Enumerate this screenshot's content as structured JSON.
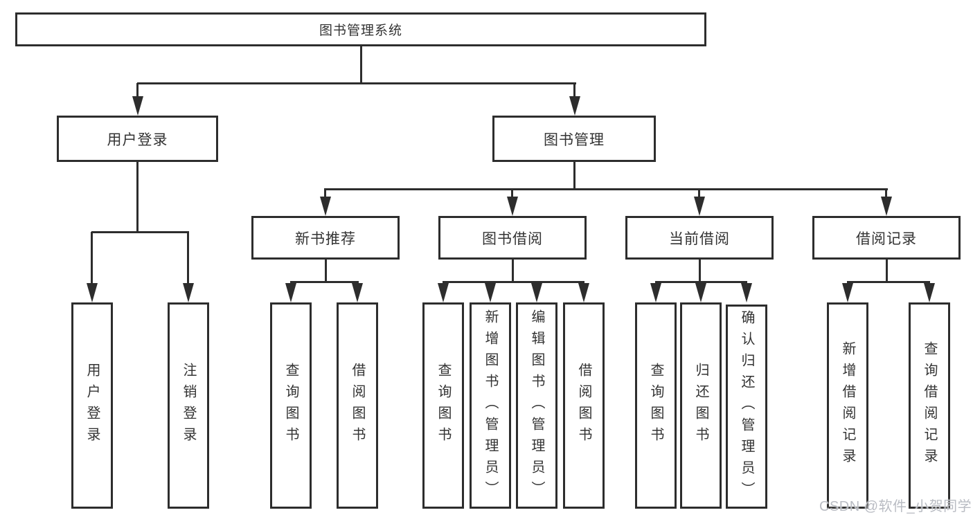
{
  "diagram": {
    "colors": {
      "line": "#2d2d2d",
      "box_background": "#ffffff",
      "text": "#333333",
      "watermark": "#b9bcc3"
    },
    "watermark": "CSDN @软件_小贺同学",
    "root": {
      "label": "图书管理系统"
    },
    "branches": [
      {
        "label": "用户登录",
        "children": [
          {
            "label": "用户登录"
          },
          {
            "label": "注销登录"
          }
        ]
      },
      {
        "label": "图书管理",
        "children": [
          {
            "label": "新书推荐",
            "children": [
              {
                "label": "查询图书"
              },
              {
                "label": "借阅图书"
              }
            ]
          },
          {
            "label": "图书借阅",
            "children": [
              {
                "label": "查询图书"
              },
              {
                "label": "新增图书（管理员）"
              },
              {
                "label": "编辑图书（管理员）"
              },
              {
                "label": "借阅图书"
              }
            ]
          },
          {
            "label": "当前借阅",
            "children": [
              {
                "label": "查询图书"
              },
              {
                "label": "归还图书"
              },
              {
                "label": "确认归还（管理员）"
              }
            ]
          },
          {
            "label": "借阅记录",
            "children": [
              {
                "label": "新增借阅记录"
              },
              {
                "label": "查询借阅记录"
              }
            ]
          }
        ]
      }
    ]
  }
}
